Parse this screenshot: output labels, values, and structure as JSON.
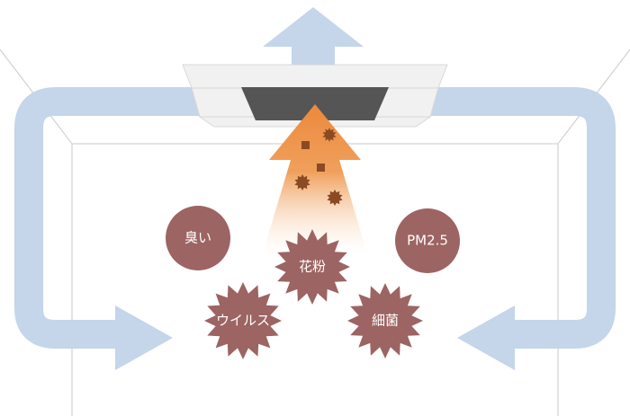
{
  "colors": {
    "airflow": "#c5d5ea",
    "room_line": "#c9c9c9",
    "panel": "#f1f1f1",
    "panel_edge": "#d8d8d8",
    "vent": "#555555",
    "intake_arrow": "#ec8a3e",
    "particle": "#9c6462",
    "particle_dark": "#8a4a23"
  },
  "pollutants": {
    "odor": "臭い",
    "pollen": "花粉",
    "pm25": "PM2.5",
    "virus": "ウイルス",
    "bacteria": "細菌"
  }
}
